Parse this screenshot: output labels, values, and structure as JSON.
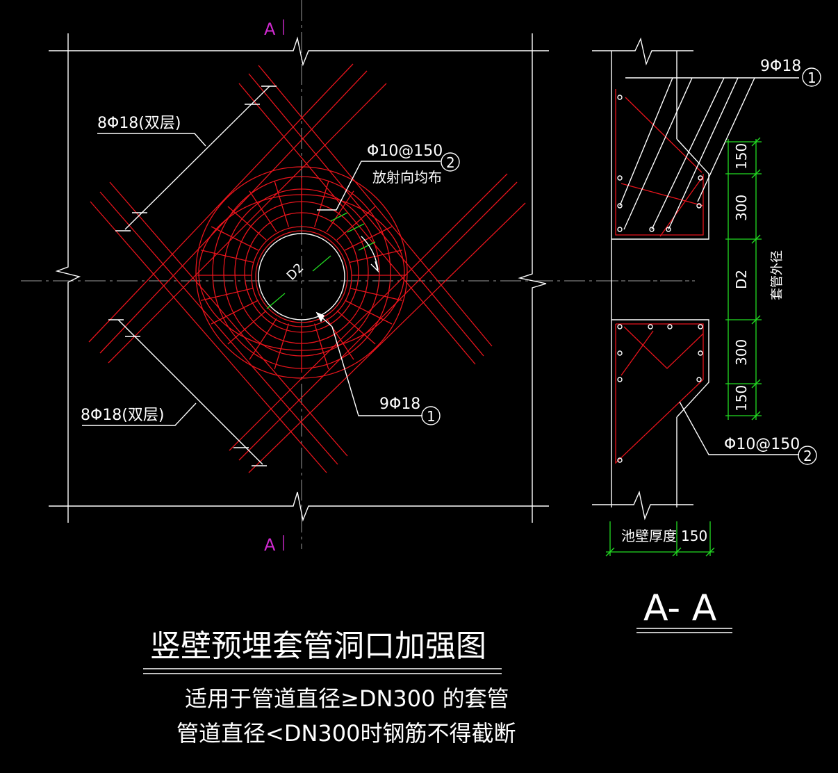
{
  "colors": {
    "background": "#000000",
    "outline": "#ffffff",
    "rebar": "#e8141c",
    "dimension": "#22dd22",
    "section_mark": "#d12ad1"
  },
  "section_marks": {
    "top": "A",
    "bottom": "A"
  },
  "plan": {
    "bars_top_left": "8Φ18(双层)",
    "bars_bottom_left": "8Φ18(双层)",
    "stirrup_spec": "Φ10@150",
    "stirrup_note": "放射向均布",
    "ring_bars": "9Φ18",
    "diameter": "D2",
    "callout_1": "1",
    "callout_2": "2"
  },
  "section": {
    "top_bars": "9Φ18",
    "callout_1": "1",
    "stirrup_spec": "Φ10@150",
    "callout_2": "2",
    "dims_upper": [
      "150",
      "300"
    ],
    "dims_lower": [
      "300",
      "150"
    ],
    "diameter": "D2",
    "diameter_label": "套管外径",
    "wall_thickness": "池壁厚度",
    "extra": "150",
    "title": "A- A"
  },
  "title": {
    "main": "竖壁预埋套管洞口加强图",
    "note1": "适用于管道直径≥DN300 的套管",
    "note2": "管道直径<DN300时钢筋不得截断"
  }
}
